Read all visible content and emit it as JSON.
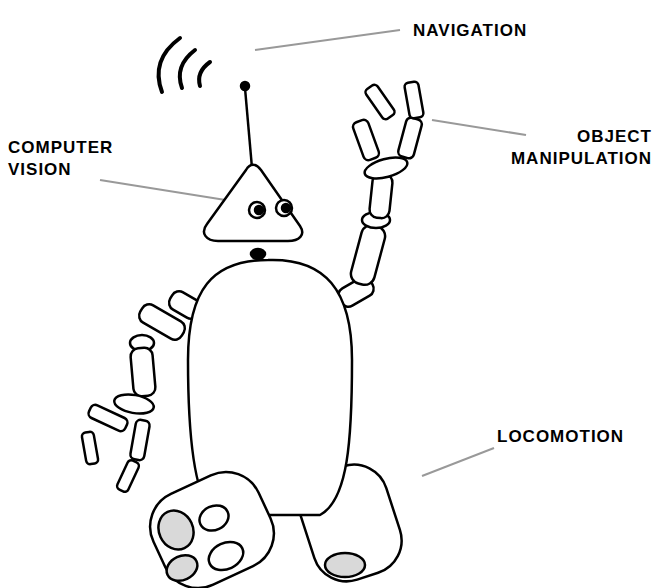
{
  "diagram": {
    "labels": [
      "NAVIGATION",
      "OBJECT MANIPULATION",
      "COMPUTER VISION",
      "LOCOMOTION"
    ]
  }
}
